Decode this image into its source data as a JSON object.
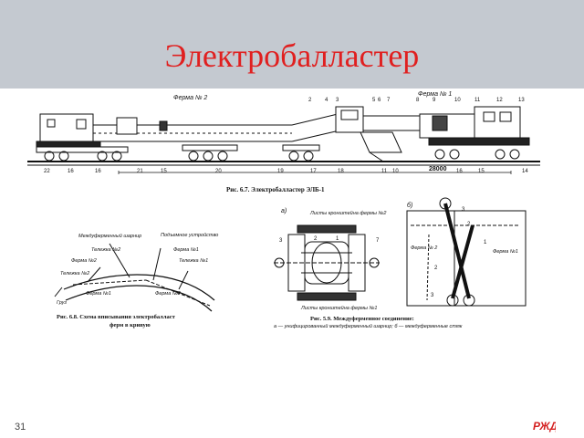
{
  "slide": {
    "title": "Электробалластер",
    "page_number": "31",
    "logo_text": "РЖД"
  },
  "figure_top": {
    "caption": "Рис. 6.7. Электробалластер ЭЛБ-1",
    "label_farm2": "Ферма № 2",
    "label_farm1": "Ферма № 1",
    "dimension": "28000",
    "callouts_top": [
      "2",
      "4",
      "3",
      "5",
      "6",
      "7",
      "8",
      "9",
      "10",
      "11",
      "12",
      "13"
    ],
    "callouts_bottom": [
      "22",
      "16",
      "16",
      "21",
      "15",
      "20",
      "19",
      "17",
      "18",
      "11",
      "10",
      "16",
      "15",
      "14"
    ]
  },
  "figure_left": {
    "caption_line1": "Рис. 6.8. Схема вписывания электробалласт",
    "caption_line2": "ферм в кривую",
    "labels": [
      "Междуферменный шарнир",
      "Подъемное устройство",
      "Тележка №2",
      "Ферма №1",
      "Ферма №2",
      "Тележка №1",
      "Тележка №2",
      "Ферма №1",
      "Ферма №2",
      "Груз"
    ]
  },
  "figure_right": {
    "caption_line1": "Рис. 5.9. Междуферменное соединение:",
    "caption_line2": "а — унифицированный междуферменный шарнир; б — междуферменные стяж",
    "panel_a": "а)",
    "panel_b": "б)",
    "label_top_a": "Листы кронштейна фермы №2",
    "label_bottom_a": "Листы кронштейна фермы №1",
    "label_farm2": "Ферма № 2",
    "label_farm1": "Ферма №1",
    "callouts_a": [
      "3",
      "2",
      "1",
      "7"
    ],
    "callouts_b": [
      "3",
      "2",
      "1",
      "2",
      "3"
    ]
  }
}
